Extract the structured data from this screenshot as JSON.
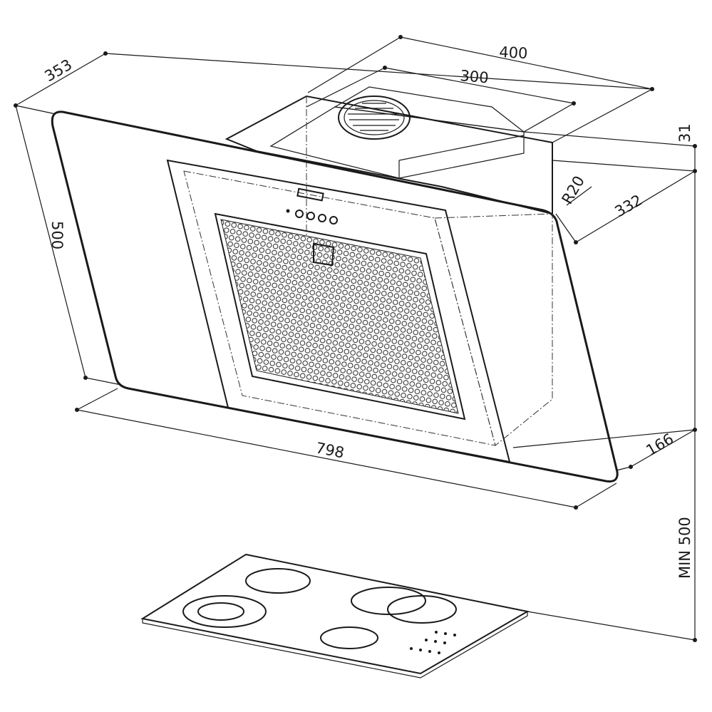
{
  "title": "Cooker hood dimension drawing",
  "dimensions": {
    "depth_top": "353",
    "width_chimney": "400",
    "width_inner": "300",
    "top_height": "31",
    "radius": "R20",
    "depth_body": "332",
    "height": "500",
    "width": "798",
    "depth_bottom": "166",
    "min_clearance": "MIN 500"
  }
}
